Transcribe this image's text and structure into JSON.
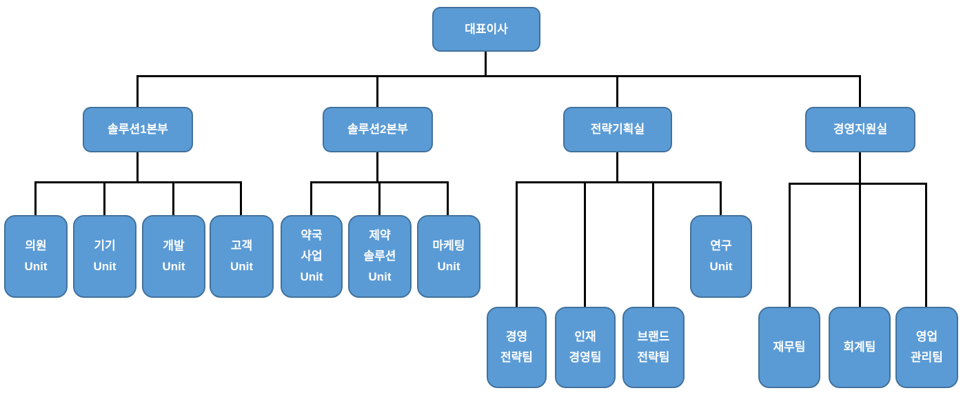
{
  "org_chart": {
    "root": {
      "label": "대표이사"
    },
    "branches": [
      {
        "label": "솔루션1본부",
        "children": [
          {
            "label": "의원\nUnit"
          },
          {
            "label": "기기\nUnit"
          },
          {
            "label": "개발\nUnit"
          },
          {
            "label": "고객\nUnit"
          }
        ]
      },
      {
        "label": "솔루션2본부",
        "children": [
          {
            "label": "약국\n사업\nUnit"
          },
          {
            "label": "제약\n솔루션\nUnit"
          },
          {
            "label": "마케팅\nUnit"
          }
        ]
      },
      {
        "label": "전략기획실",
        "children": [
          {
            "label": "경영\n전략팀"
          },
          {
            "label": "인재\n경영팀"
          },
          {
            "label": "브랜드\n전략팀"
          },
          {
            "label": "연구\nUnit"
          }
        ]
      },
      {
        "label": "경영지원실",
        "children": [
          {
            "label": "재무팀"
          },
          {
            "label": "회계팀"
          },
          {
            "label": "영업\n관리팀"
          }
        ]
      }
    ],
    "colors": {
      "box_fill": "#5b9bd5",
      "box_border": "#41719c",
      "box_text": "#ffffff",
      "connector": "#000000",
      "background": "#ffffff"
    }
  }
}
